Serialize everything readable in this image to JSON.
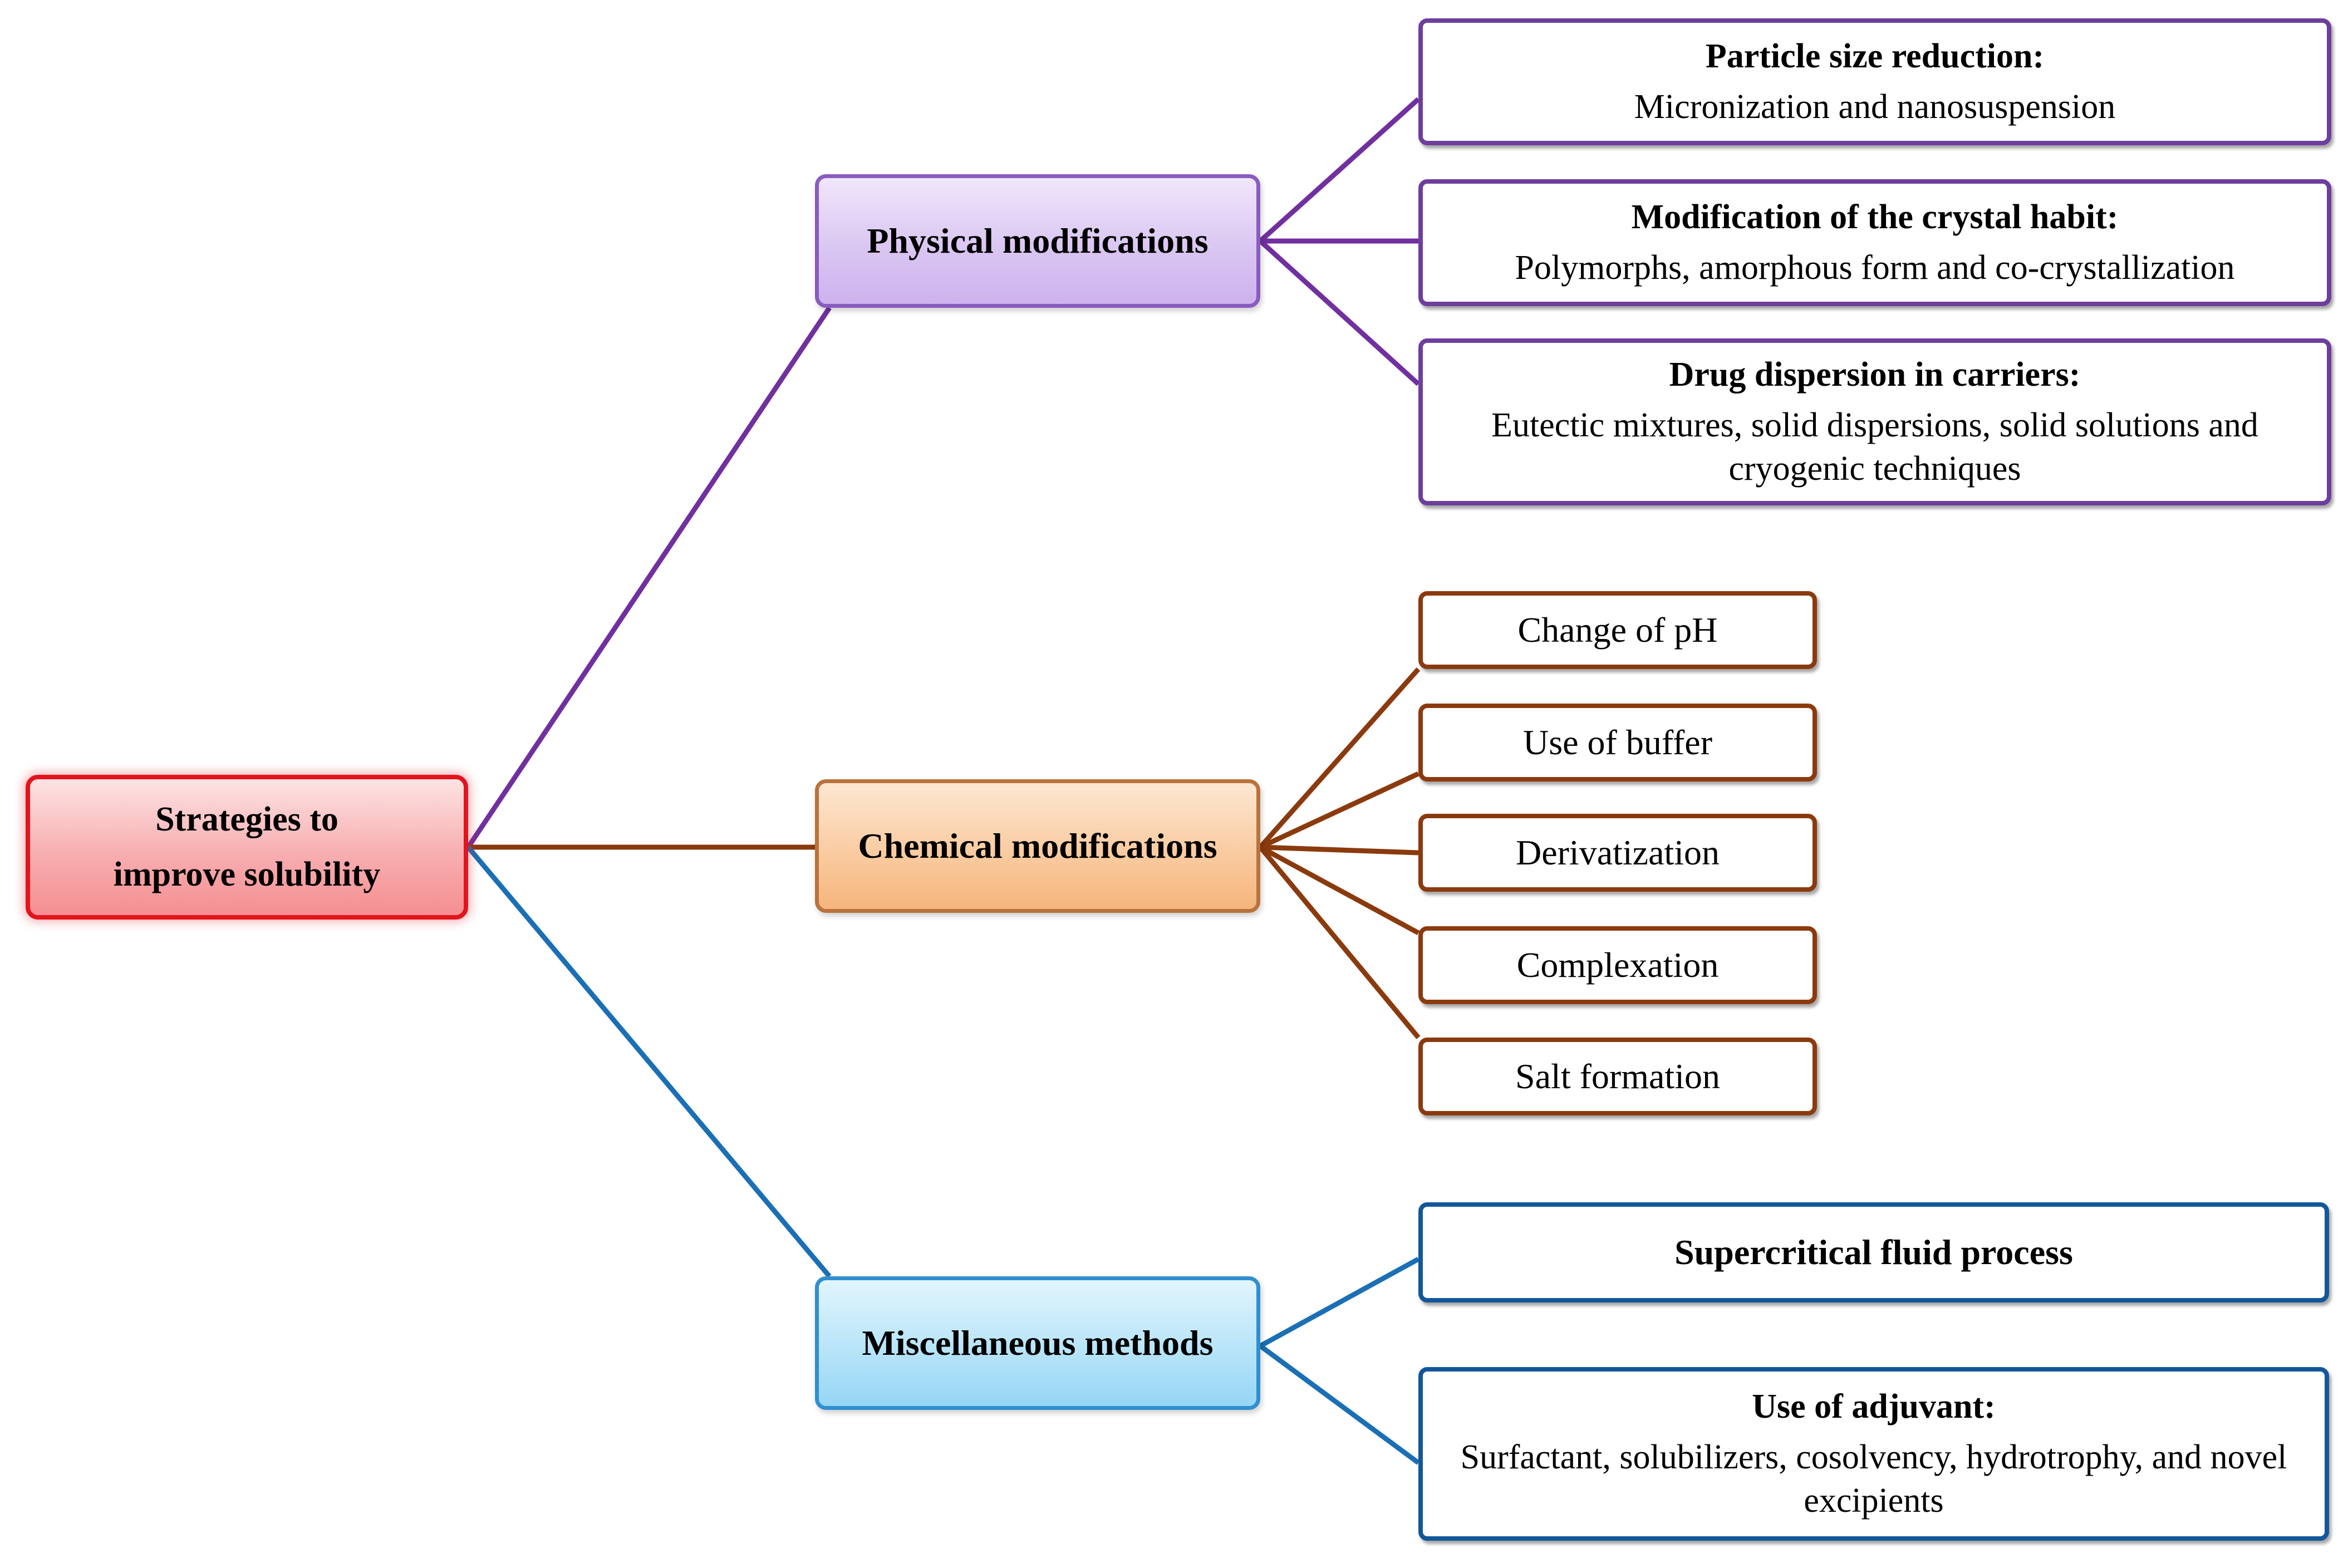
{
  "root": {
    "line1": "Strategies to",
    "line2": "improve solubility"
  },
  "colors": {
    "root_border": "#e3141c",
    "physical": "#7030a0",
    "chemical": "#8b3a0e",
    "misc": "#1a6fb5"
  },
  "categories": {
    "physical": {
      "label": "Physical modifications",
      "items": [
        {
          "title": "Particle size reduction:",
          "desc": "Micronization and nanosuspension"
        },
        {
          "title": "Modification of the crystal habit:",
          "desc": "Polymorphs, amorphous form and co-crystallization"
        },
        {
          "title": "Drug dispersion in carriers:",
          "desc": "Eutectic mixtures, solid dispersions, solid solutions and cryogenic techniques"
        }
      ]
    },
    "chemical": {
      "label": "Chemical modifications",
      "items": [
        "Change of pH",
        "Use of buffer",
        "Derivatization",
        "Complexation",
        "Salt formation"
      ]
    },
    "misc": {
      "label": "Miscellaneous methods",
      "items": [
        {
          "title": "Supercritical fluid process",
          "desc": ""
        },
        {
          "title": "Use of adjuvant:",
          "desc": "Surfactant, solubilizers, cosolvency, hydrotrophy, and novel excipients"
        }
      ]
    }
  }
}
